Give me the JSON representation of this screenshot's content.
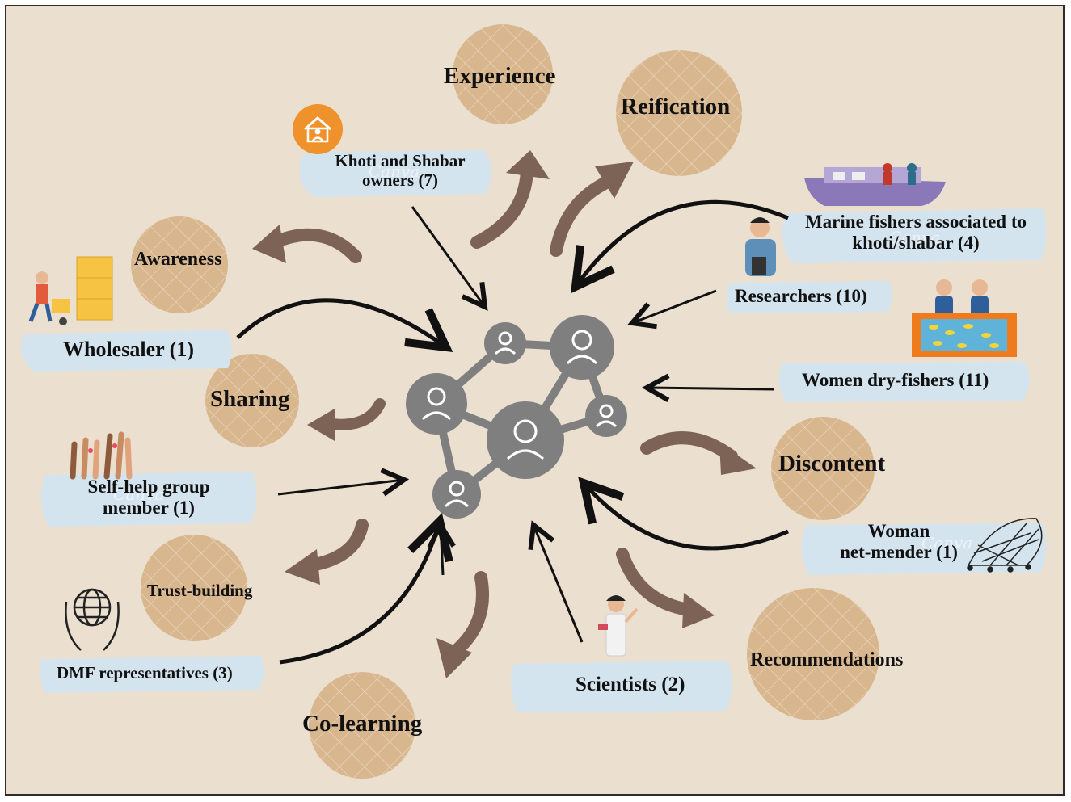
{
  "concepts": {
    "experience": "Experience",
    "reification": "Reification",
    "awareness": "Awareness",
    "sharing": "Sharing",
    "trust_building": "Trust-building",
    "co_learning": "Co-learning",
    "discontent": "Discontent",
    "recommendations": "Recommendations"
  },
  "actors": {
    "khoti_line1": "Khoti and Shabar",
    "khoti_line2": "owners (7)",
    "marine_line1": "Marine fishers associated to",
    "marine_line2": "khoti/shabar (4)",
    "researchers": "Researchers (10)",
    "women_dry": "Women dry-fishers (11)",
    "wholesaler": "Wholesaler (1)",
    "shg_line1": "Self-help group",
    "shg_line2": "member (1)",
    "dmf": "DMF representatives (3)",
    "scientists": "Scientists (2)",
    "netmender_line1": "Woman",
    "netmender_line2": "net-mender (1)"
  },
  "watermark": "Canva",
  "icons": {
    "network": "network-people-icon",
    "house": "house-person-icon",
    "boat": "fishing-boat-icon",
    "researcher": "researcher-person-icon",
    "dryfish": "women-dry-fish-icon",
    "wholesaler": "wholesaler-cart-icon",
    "hands": "raised-hands-icon",
    "globe": "globe-hands-icon",
    "scientist": "scientist-icon",
    "net": "fishing-net-icon"
  },
  "colors": {
    "background": "#ebdfcf",
    "circle": "#d8b68e",
    "brown_arrow": "#7d6355",
    "black_arrow": "#111111",
    "label_band": "#d4e4ef",
    "network": "#7f7f7f",
    "house_orange": "#f0922b"
  }
}
